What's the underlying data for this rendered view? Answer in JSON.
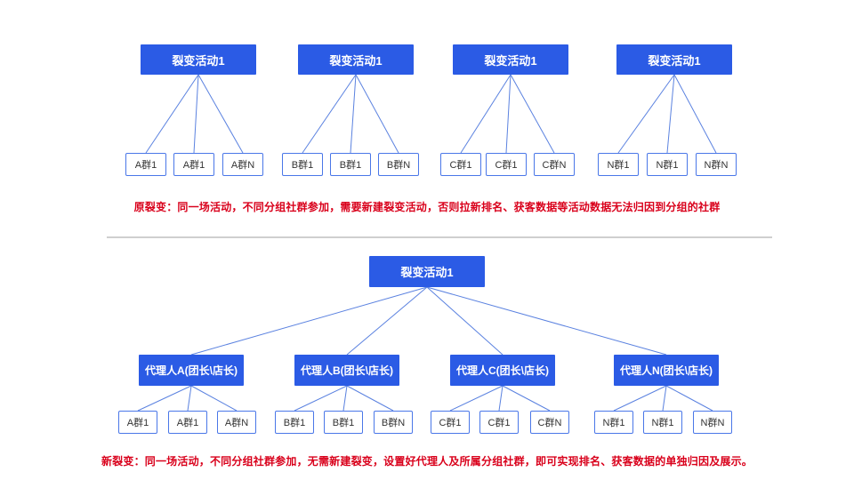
{
  "colors": {
    "primary": "#2b5be5",
    "box_border": "#4a77e8",
    "line": "#5b82e0",
    "caption": "#d9001b",
    "divider": "#cfcfcf",
    "child_text": "#333333"
  },
  "top_section": {
    "caption": "原裂变：同一场活动，不同分组社群参加，需要新建裂变活动，否则拉新排名、获客数据等活动数据无法归因到分组的社群",
    "trees": [
      {
        "root": "裂变活动1",
        "children": [
          "A群1",
          "A群1",
          "A群N"
        ]
      },
      {
        "root": "裂变活动1",
        "children": [
          "B群1",
          "B群1",
          "B群N"
        ]
      },
      {
        "root": "裂变活动1",
        "children": [
          "C群1",
          "C群1",
          "C群N"
        ]
      },
      {
        "root": "裂变活动1",
        "children": [
          "N群1",
          "N群1",
          "N群N"
        ]
      }
    ]
  },
  "bottom_section": {
    "root": "裂变活动1",
    "caption": "新裂变：同一场活动，不同分组社群参加，无需新建裂变，设置好代理人及所属分组社群，即可实现排名、获客数据的单独归因及展示。",
    "agents": [
      {
        "label": "代理人A(团长\\店长)",
        "children": [
          "A群1",
          "A群1",
          "A群N"
        ]
      },
      {
        "label": "代理人B(团长\\店长)",
        "children": [
          "B群1",
          "B群1",
          "B群N"
        ]
      },
      {
        "label": "代理人C(团长\\店长)",
        "children": [
          "C群1",
          "C群1",
          "C群N"
        ]
      },
      {
        "label": "代理人N(团长\\店长)",
        "children": [
          "N群1",
          "N群1",
          "N群N"
        ]
      }
    ]
  }
}
